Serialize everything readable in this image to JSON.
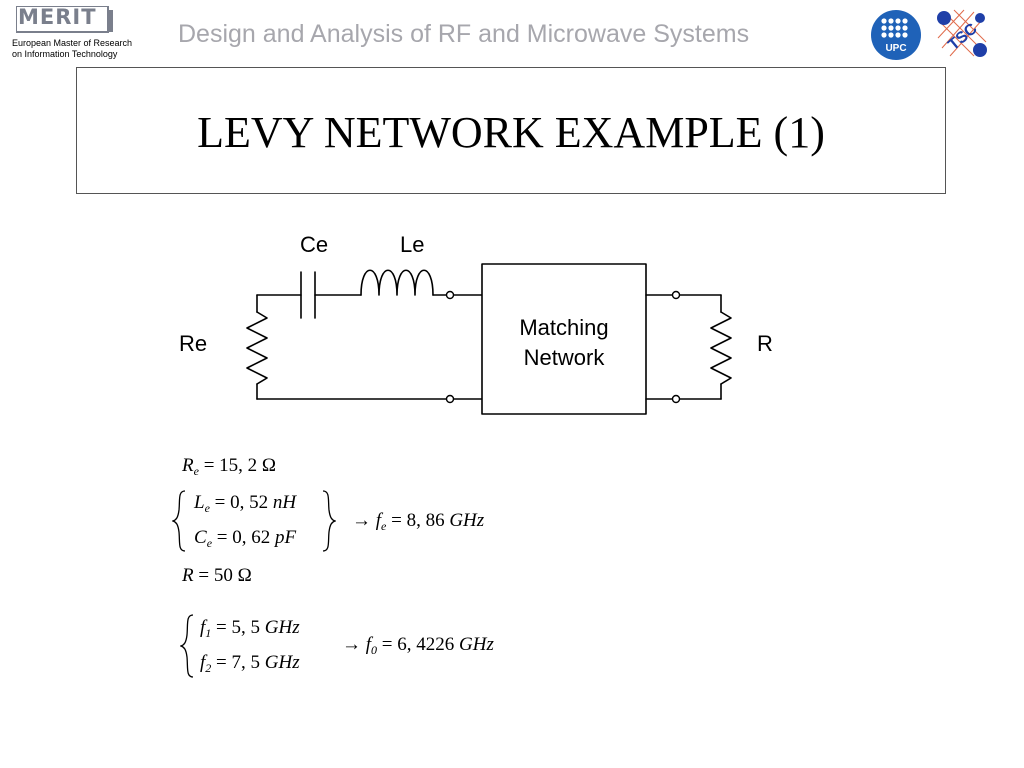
{
  "header": {
    "logo_wordmark": "MERIT",
    "tagline_line1": "European Master of Research",
    "tagline_line2": "on Information Technology",
    "course_title": "Design and Analysis of RF and Microwave Systems",
    "upc_logo_text": "UPC",
    "tsc_logo_text": "TSC"
  },
  "slide": {
    "title": "LEVY NETWORK EXAMPLE (1)"
  },
  "circuit": {
    "ce_label": "Ce",
    "le_label": "Le",
    "re_label": "Re",
    "r_label": "R",
    "network_line1": "Matching",
    "network_line2": "Network"
  },
  "equations": {
    "re": {
      "sym": "R",
      "sub": "e",
      "rhs": "= 15, 2 Ω"
    },
    "le": {
      "sym": "L",
      "sub": "e",
      "rhs": "= 0, 52 ",
      "unit": "nH"
    },
    "ce": {
      "sym": "C",
      "sub": "e",
      "rhs": "= 0, 62 ",
      "unit": "pF"
    },
    "fe": {
      "arrow": "→ ",
      "sym": "f",
      "sub": "e",
      "rhs": " = 8, 86 ",
      "unit": "GHz"
    },
    "r": {
      "sym": "R",
      "rhs": " = 50 Ω"
    },
    "f1": {
      "sym": "f",
      "sub": "1",
      "rhs": " = 5, 5 ",
      "unit": "GHz"
    },
    "f2": {
      "sym": "f",
      "sub": "2",
      "rhs": " = 7, 5 ",
      "unit": "GHz"
    },
    "f0": {
      "arrow": "→ ",
      "sym": "f",
      "sub": "0",
      "rhs": " = 6, 4226 ",
      "unit": "GHz"
    }
  },
  "colors": {
    "course_title": "#a7a7ad",
    "logo_blue": "#1f62b8"
  }
}
